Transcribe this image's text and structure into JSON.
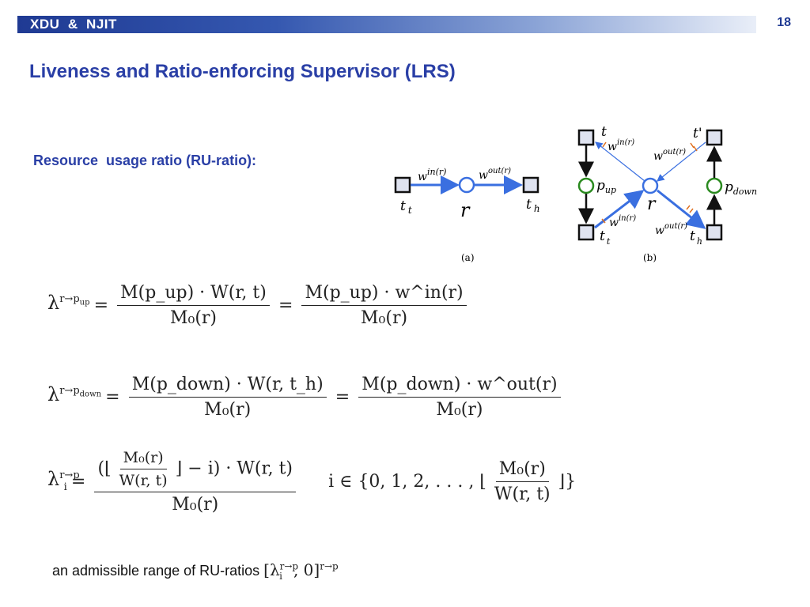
{
  "header": {
    "title": "XDU  &  NJIT",
    "page_number": "18"
  },
  "slide": {
    "title": "Liveness and Ratio-enforcing Supervisor (LRS)",
    "subtitle": "Resource  usage ratio (RU-ratio):"
  },
  "figure_a": {
    "caption": "(a)",
    "place_label": "r",
    "transition_left": "t",
    "transition_left_sub": "t",
    "transition_right": "t",
    "transition_right_sub": "h",
    "weight_in": "w",
    "weight_in_sup": "in(r)",
    "weight_out": "w",
    "weight_out_sup": "out(r)"
  },
  "figure_b": {
    "caption": "(b)",
    "place_center": "r",
    "place_up": "p",
    "place_up_sub": "up",
    "place_down": "p",
    "place_down_sub": "down",
    "t_top_left": "t",
    "t_top_right": "t'",
    "t_bottom_left": "t",
    "t_bottom_left_sub": "t",
    "t_bottom_right": "t",
    "t_bottom_right_sub": "h",
    "w_in_top": "w",
    "w_in_top_sup": "in(r)",
    "w_out_top": "w",
    "w_out_top_sup": "out(r)",
    "w_in_bottom": "w",
    "w_in_bottom_sup": "in(r)",
    "w_out_bottom": "w",
    "w_out_bottom_sup": "out(r)"
  },
  "equations": {
    "eq1": {
      "lhs": "λ",
      "lhs_sup": "r→p",
      "lhs_sup_sub": "up",
      "eq": "=",
      "num1": "M(p_up) · W(r, t)",
      "den1": "M₀(r)",
      "eq2": "=",
      "num2": "M(p_up) · w^in(r)",
      "den2": "M₀(r)"
    },
    "eq2": {
      "lhs": "λ",
      "lhs_sup": "r→p",
      "lhs_sup_sub": "down",
      "eq": "=",
      "num1": "M(p_down) · W(r, t_h)",
      "den1": "M₀(r)",
      "eq2": "=",
      "num2": "M(p_down) · w^out(r)",
      "den2": "M₀(r)"
    },
    "eq3": {
      "lhs": "λ",
      "lhs_sub": "i",
      "lhs_sup": "r→p",
      "eq": "=",
      "num_open": "(⌊",
      "inner_num": "M₀(r)",
      "inner_den": "W(r, t)",
      "num_close": "⌋ − i) · W(r, t)",
      "den": "M₀(r)",
      "cond_prefix": "i ∈ {0,  1,  2,  . . . ,  ⌊",
      "cond_num": "M₀(r)",
      "cond_den": "W(r, t)",
      "cond_suffix": "⌋}"
    }
  },
  "footer": {
    "text": "an admissible range of RU-ratios",
    "range": "[λ",
    "range_sub": "i",
    "range_sup": "r→p",
    "range_mid": ",  0]",
    "range_sup2": "r→p"
  }
}
